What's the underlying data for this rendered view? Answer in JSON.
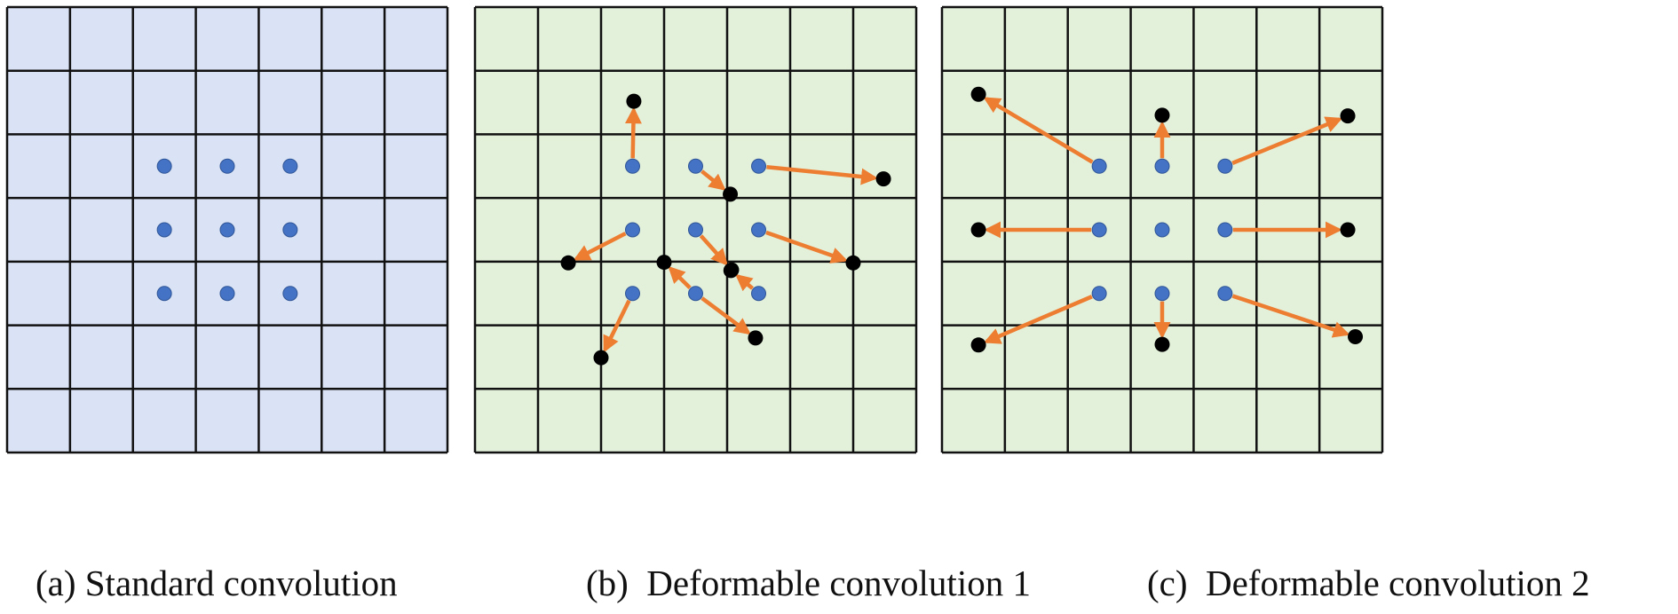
{
  "colors": {
    "panel_a_fill": "#dae3f5",
    "panel_bc_fill": "#e3f1da",
    "grid_line": "#111111",
    "sample_point": "#4472c4",
    "offset_point": "#000000",
    "offset_arrow": "#ed7d31"
  },
  "grid": {
    "rows": 7,
    "cols": 7
  },
  "panels": [
    {
      "id": "a",
      "caption": "(a) Standard convolution",
      "sampling_points": [
        [
          2,
          2
        ],
        [
          3,
          2
        ],
        [
          4,
          2
        ],
        [
          2,
          3
        ],
        [
          3,
          3
        ],
        [
          4,
          3
        ],
        [
          2,
          4
        ],
        [
          3,
          4
        ],
        [
          4,
          4
        ]
      ],
      "offsets": []
    },
    {
      "id": "b",
      "caption": "(b)  Deformable convolution 1",
      "sampling_points": [
        [
          2,
          2
        ],
        [
          3,
          2
        ],
        [
          4,
          2
        ],
        [
          2,
          3
        ],
        [
          3,
          3
        ],
        [
          4,
          3
        ],
        [
          2,
          4
        ],
        [
          3,
          4
        ],
        [
          4,
          4
        ]
      ],
      "offsets": [
        {
          "from": [
            2,
            2
          ],
          "to": [
            2.02,
            0.98
          ]
        },
        {
          "from": [
            3,
            2
          ],
          "to": [
            3.55,
            2.44
          ]
        },
        {
          "from": [
            4,
            2
          ],
          "to": [
            5.98,
            2.2
          ]
        },
        {
          "from": [
            2,
            3
          ],
          "to": [
            0.98,
            3.52
          ]
        },
        {
          "from": [
            3,
            3
          ],
          "to": [
            3.57,
            3.63
          ]
        },
        {
          "from": [
            4,
            3
          ],
          "to": [
            5.5,
            3.52
          ]
        },
        {
          "from": [
            2,
            4
          ],
          "to": [
            1.5,
            5.01
          ]
        },
        {
          "from": [
            3,
            4
          ],
          "to": [
            2.5,
            3.51
          ]
        },
        {
          "from": [
            3,
            4
          ],
          "to": [
            3.95,
            4.7
          ]
        },
        {
          "from": [
            4,
            4
          ],
          "to": [
            3.56,
            3.64
          ]
        }
      ]
    },
    {
      "id": "c",
      "caption": "(c)  Deformable convolution 2",
      "sampling_points": [
        [
          2,
          2
        ],
        [
          3,
          2
        ],
        [
          4,
          2
        ],
        [
          2,
          3
        ],
        [
          3,
          3
        ],
        [
          4,
          3
        ],
        [
          2,
          4
        ],
        [
          3,
          4
        ],
        [
          4,
          4
        ]
      ],
      "offsets": [
        {
          "from": [
            2,
            2
          ],
          "to": [
            0.08,
            0.87
          ]
        },
        {
          "from": [
            3,
            2
          ],
          "to": [
            3,
            1.2
          ]
        },
        {
          "from": [
            4,
            2
          ],
          "to": [
            5.95,
            1.21
          ]
        },
        {
          "from": [
            2,
            3
          ],
          "to": [
            0.08,
            3
          ]
        },
        {
          "from": [
            4,
            3
          ],
          "to": [
            5.95,
            3
          ]
        },
        {
          "from": [
            2,
            4
          ],
          "to": [
            0.08,
            4.81
          ]
        },
        {
          "from": [
            3,
            4
          ],
          "to": [
            3,
            4.8
          ]
        },
        {
          "from": [
            4,
            4
          ],
          "to": [
            6.07,
            4.68
          ]
        }
      ]
    }
  ]
}
